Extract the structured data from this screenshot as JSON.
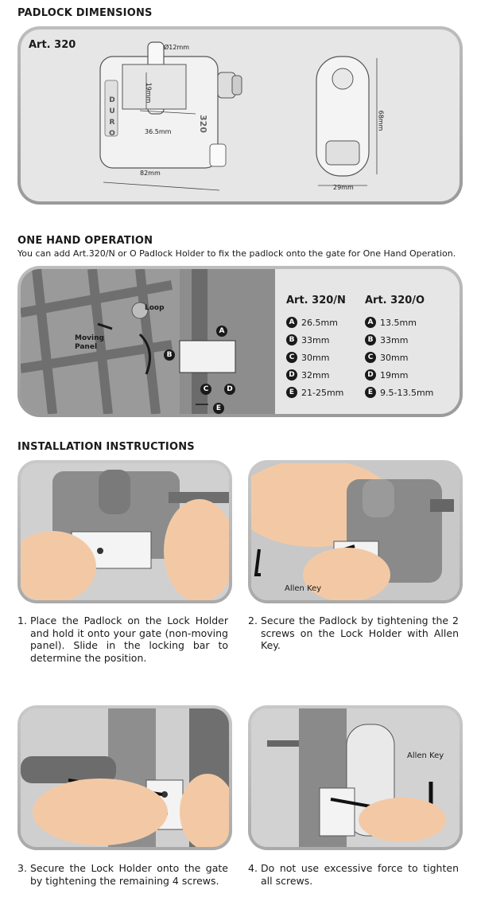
{
  "sections": {
    "dimensions": {
      "title": "PADLOCK DIMENSIONS",
      "art_label": "Art. 320",
      "shackle_dia": "Ø12mm",
      "inner_height": "19mm",
      "inner_width": "36.5mm",
      "width": "82mm",
      "side_width": "29mm",
      "height": "68mm",
      "brand_letters": [
        "D",
        "U",
        "R",
        "O"
      ],
      "model_mark": "320"
    },
    "one_hand": {
      "title": "ONE HAND OPERATION",
      "subtitle": "You can add Art.320/N or O Padlock Holder to fix the padlock onto the gate for One Hand Operation.",
      "loop_label": "Loop",
      "moving_panel_label_1": "Moving",
      "moving_panel_label_2": "Panel",
      "col_n_title": "Art. 320/N",
      "col_o_title": "Art. 320/O",
      "rows": [
        {
          "key": "A",
          "n": "26.5mm",
          "o": "13.5mm"
        },
        {
          "key": "B",
          "n": "33mm",
          "o": "33mm"
        },
        {
          "key": "C",
          "n": "30mm",
          "o": "30mm"
        },
        {
          "key": "D",
          "n": "32mm",
          "o": "19mm"
        },
        {
          "key": "E",
          "n": "21-25mm",
          "o": "9.5-13.5mm"
        }
      ]
    },
    "install": {
      "title": "INSTALLATION INSTRUCTIONS",
      "allen_key_1": "Allen Key",
      "allen_key_2": "Allen Key",
      "steps": [
        {
          "num": "1.",
          "text": "Place the Padlock on the Lock Holder and hold it onto your gate (non-moving panel). Slide in the locking bar to determine the position."
        },
        {
          "num": "2.",
          "text": "Secure the Padlock by tightening the 2 screws on the Lock Holder with Allen Key."
        },
        {
          "num": "3.",
          "text": "Secure the Lock Holder onto the gate by tightening the remaining 4 screws."
        },
        {
          "num": "4.",
          "text": "Do not use excessive force to tighten all screws."
        }
      ]
    }
  },
  "colors": {
    "panel_bg": "#e6e6e6",
    "metal": "#8a8a8a",
    "dark": "#1a1a1a",
    "skin": "#f3c9a5"
  }
}
